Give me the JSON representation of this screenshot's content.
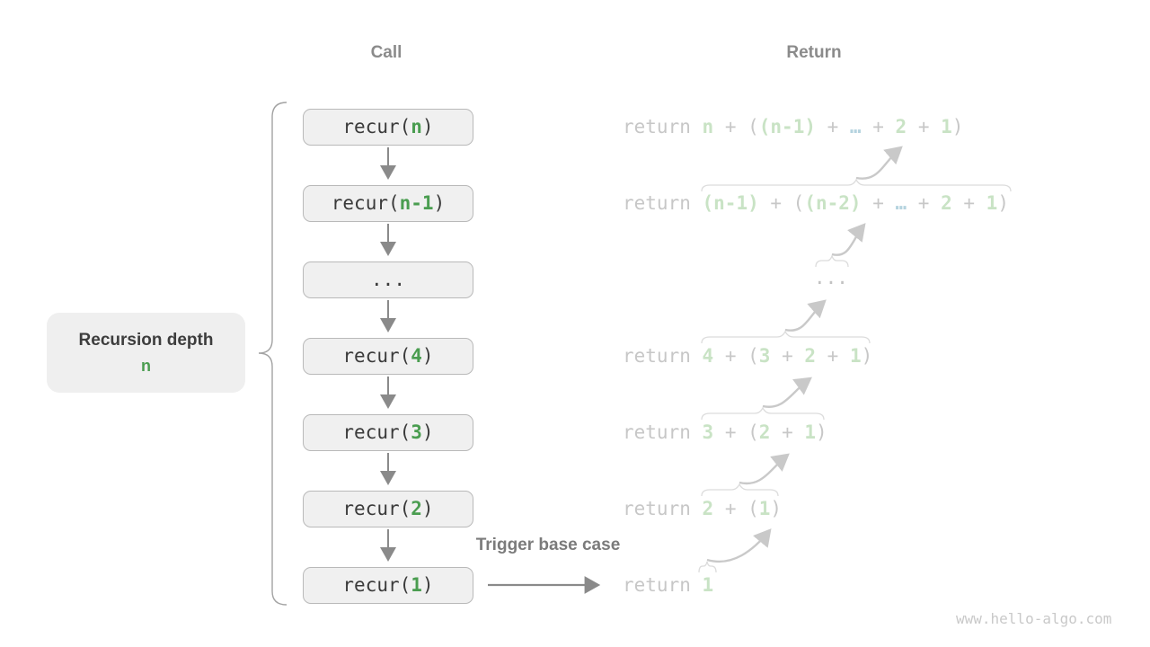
{
  "headers": {
    "call": "Call",
    "return": "Return"
  },
  "depth_label": {
    "title": "Recursion depth",
    "value": "n"
  },
  "call_column": {
    "boxes": [
      {
        "pre": "recur(",
        "arg": "n",
        "post": ")"
      },
      {
        "pre": "recur(",
        "arg": "n-1",
        "post": ")"
      },
      {
        "ellipsis": "..."
      },
      {
        "pre": "recur(",
        "arg": "4",
        "post": ")"
      },
      {
        "pre": "recur(",
        "arg": "3",
        "post": ")"
      },
      {
        "pre": "recur(",
        "arg": "2",
        "post": ")"
      },
      {
        "pre": "recur(",
        "arg": "1",
        "post": ")"
      }
    ]
  },
  "return_column": {
    "rows": [
      {
        "type": "expr",
        "tokens": [
          {
            "t": "return ",
            "c": "gray"
          },
          {
            "t": "n",
            "c": "green"
          },
          {
            "t": " + ",
            "c": "gray"
          },
          {
            "t": "(",
            "c": "gray"
          },
          {
            "t": "(n-1)",
            "c": "green"
          },
          {
            "t": " + ",
            "c": "gray"
          },
          {
            "t": "…",
            "c": "blue"
          },
          {
            "t": " + ",
            "c": "gray"
          },
          {
            "t": "2",
            "c": "green"
          },
          {
            "t": " + ",
            "c": "gray"
          },
          {
            "t": "1",
            "c": "green"
          },
          {
            "t": ")",
            "c": "gray"
          }
        ]
      },
      {
        "type": "expr",
        "tokens": [
          {
            "t": "return ",
            "c": "gray"
          },
          {
            "t": "(n-1)",
            "c": "green"
          },
          {
            "t": " + ",
            "c": "gray"
          },
          {
            "t": "(",
            "c": "gray"
          },
          {
            "t": "(n-2)",
            "c": "green"
          },
          {
            "t": " + ",
            "c": "gray"
          },
          {
            "t": "…",
            "c": "blue"
          },
          {
            "t": " + ",
            "c": "gray"
          },
          {
            "t": "2",
            "c": "green"
          },
          {
            "t": " + ",
            "c": "gray"
          },
          {
            "t": "1",
            "c": "green"
          },
          {
            "t": ")",
            "c": "gray"
          }
        ]
      },
      {
        "type": "ellipsis",
        "text": "..."
      },
      {
        "type": "expr",
        "tokens": [
          {
            "t": "return ",
            "c": "gray"
          },
          {
            "t": "4",
            "c": "green"
          },
          {
            "t": " + ",
            "c": "gray"
          },
          {
            "t": "(",
            "c": "gray"
          },
          {
            "t": "3",
            "c": "green"
          },
          {
            "t": " + ",
            "c": "gray"
          },
          {
            "t": "2",
            "c": "green"
          },
          {
            "t": " + ",
            "c": "gray"
          },
          {
            "t": "1",
            "c": "green"
          },
          {
            "t": ")",
            "c": "gray"
          }
        ]
      },
      {
        "type": "expr",
        "tokens": [
          {
            "t": "return ",
            "c": "gray"
          },
          {
            "t": "3",
            "c": "green"
          },
          {
            "t": " + ",
            "c": "gray"
          },
          {
            "t": "(",
            "c": "gray"
          },
          {
            "t": "2",
            "c": "green"
          },
          {
            "t": " + ",
            "c": "gray"
          },
          {
            "t": "1",
            "c": "green"
          },
          {
            "t": ")",
            "c": "gray"
          }
        ]
      },
      {
        "type": "expr",
        "tokens": [
          {
            "t": "return ",
            "c": "gray"
          },
          {
            "t": "2",
            "c": "green"
          },
          {
            "t": " + ",
            "c": "gray"
          },
          {
            "t": "(",
            "c": "gray"
          },
          {
            "t": "1",
            "c": "green"
          },
          {
            "t": ")",
            "c": "gray"
          }
        ]
      },
      {
        "type": "expr",
        "tokens": [
          {
            "t": "return ",
            "c": "gray"
          },
          {
            "t": "1",
            "c": "green"
          }
        ]
      }
    ]
  },
  "trigger": {
    "label": "Trigger base case"
  },
  "watermark": "www.hello-algo.com",
  "colors": {
    "accent_green": "#4a9d50",
    "light_green": "#c9e3c5",
    "light_blue": "#b5d3df",
    "muted_gray": "#c7c7c7",
    "dark_code": "#3a3a3a",
    "header_gray": "#8b8b8b",
    "arrow_dark": "#8a8a8a",
    "arrow_light": "#c9c9c9",
    "box_fill": "#f0f0f0",
    "box_border": "#b9b9b9",
    "label_bg": "#efefef"
  }
}
